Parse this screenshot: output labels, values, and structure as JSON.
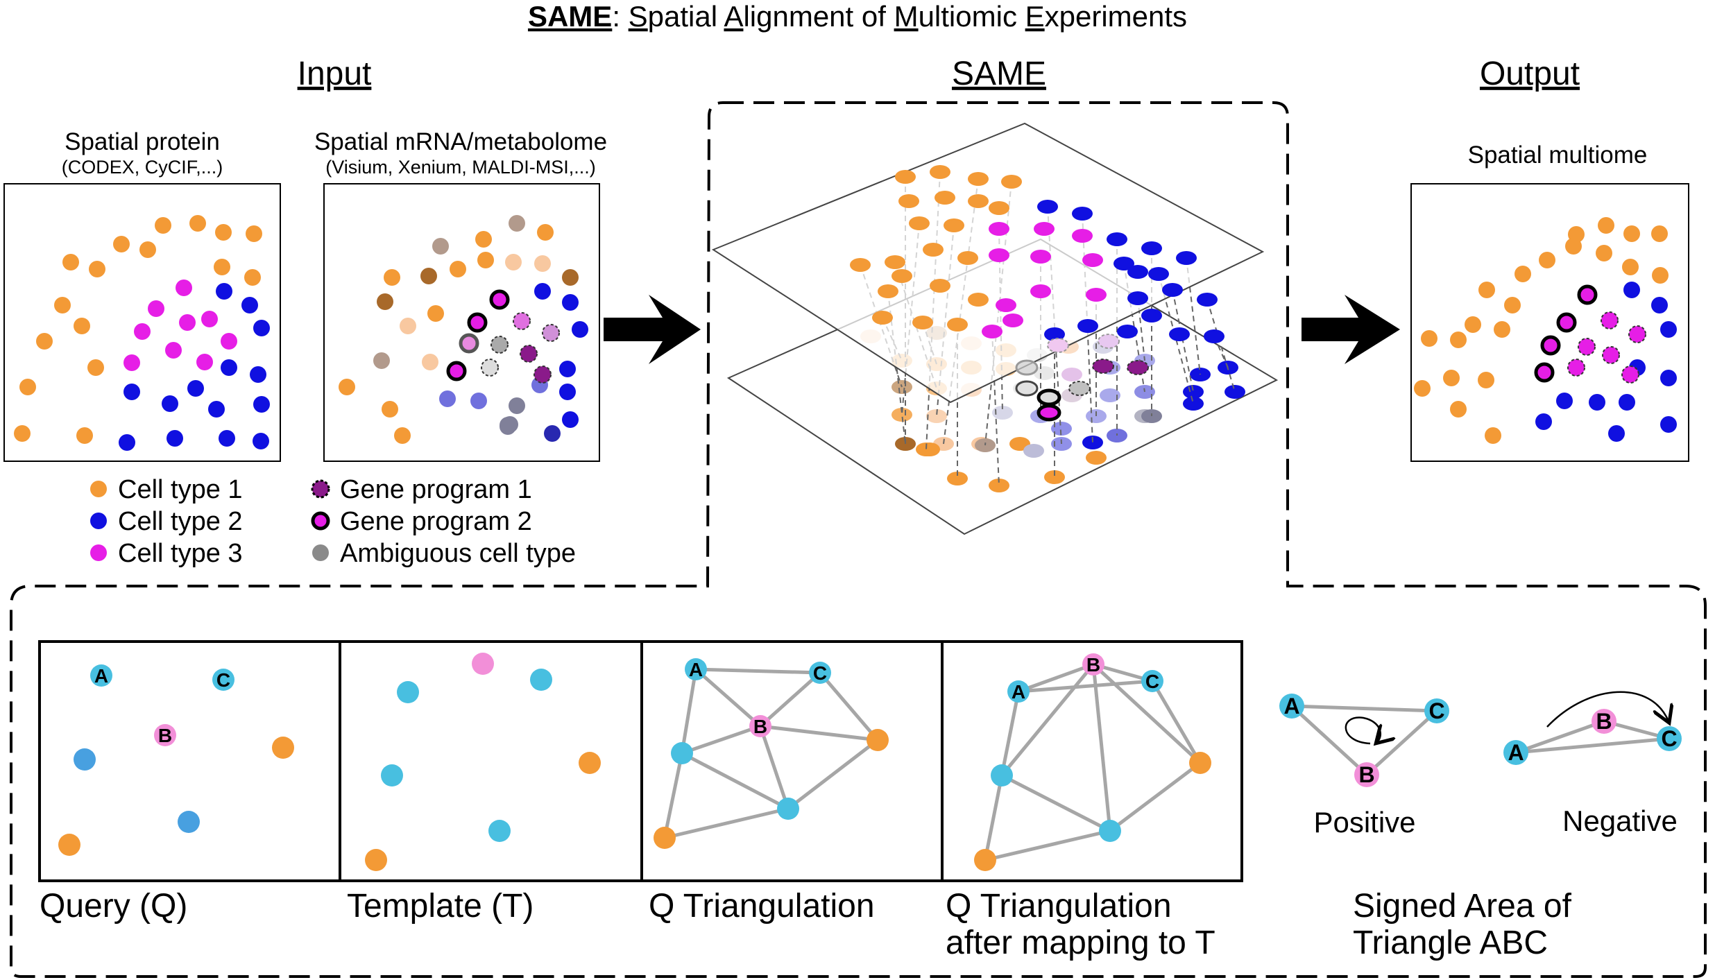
{
  "title": {
    "full": "SAME: Spatial Alignment of Multiomic Experiments",
    "parts": [
      {
        "t": "SAME",
        "u": true,
        "b": true
      },
      {
        "t": ": ",
        "u": false,
        "b": false
      },
      {
        "t": "S",
        "u": true,
        "b": false
      },
      {
        "t": "patial ",
        "u": false,
        "b": false
      },
      {
        "t": "A",
        "u": true,
        "b": false
      },
      {
        "t": "lignment of ",
        "u": false,
        "b": false
      },
      {
        "t": "M",
        "u": true,
        "b": false
      },
      {
        "t": "ultiomic ",
        "u": false,
        "b": false
      },
      {
        "t": "E",
        "u": true,
        "b": false
      },
      {
        "t": "xperiments",
        "u": false,
        "b": false
      }
    ]
  },
  "sections": {
    "input": "Input",
    "same": "SAME",
    "output": "Output"
  },
  "panels": {
    "protein_title": "Spatial protein",
    "protein_subtitle": "(CODEX, CyCIF,...)",
    "mrna_title": "Spatial mRNA/metabolome",
    "mrna_subtitle": "(Visium, Xenium, MALDI-MSI,...)",
    "multiome_title": "Spatial multiome"
  },
  "legend": {
    "left": [
      {
        "label": "Cell type 1",
        "color": "#f39a36",
        "style": "solid"
      },
      {
        "label": "Cell type 2",
        "color": "#1010e0",
        "style": "solid"
      },
      {
        "label": "Cell type 3",
        "color": "#e61ee6",
        "style": "solid"
      }
    ],
    "right": [
      {
        "label": "Gene program 1",
        "color": "#8a1a8a",
        "style": "dotted"
      },
      {
        "label": "Gene program 2",
        "color": "#e61ee6",
        "style": "ring"
      },
      {
        "label": "Ambiguous cell type",
        "color": "#8a8a8a",
        "style": "solid"
      }
    ]
  },
  "bottom_panels": [
    {
      "label_lines": [
        "Query (Q)"
      ]
    },
    {
      "label_lines": [
        "Template (T)"
      ]
    },
    {
      "label_lines": [
        "Q Triangulation"
      ]
    },
    {
      "label_lines": [
        "Q Triangulation",
        "after mapping to T"
      ]
    }
  ],
  "signed_area": {
    "label_lines": [
      "Signed Area of",
      "Triangle ABC"
    ],
    "positive": "Positive",
    "negative": "Negative"
  },
  "node_letters": {
    "a": "A",
    "b": "B",
    "c": "C"
  },
  "colors": {
    "orange": "#f39a36",
    "blue": "#1010e0",
    "magenta": "#e61ee6",
    "dark_purple": "#8a1a8a",
    "cyan": "#48bfe0",
    "pink": "#f28fd8",
    "gray": "#8a8a8a",
    "brown": "#a8692a",
    "edge_gray": "#a6a6a6"
  }
}
